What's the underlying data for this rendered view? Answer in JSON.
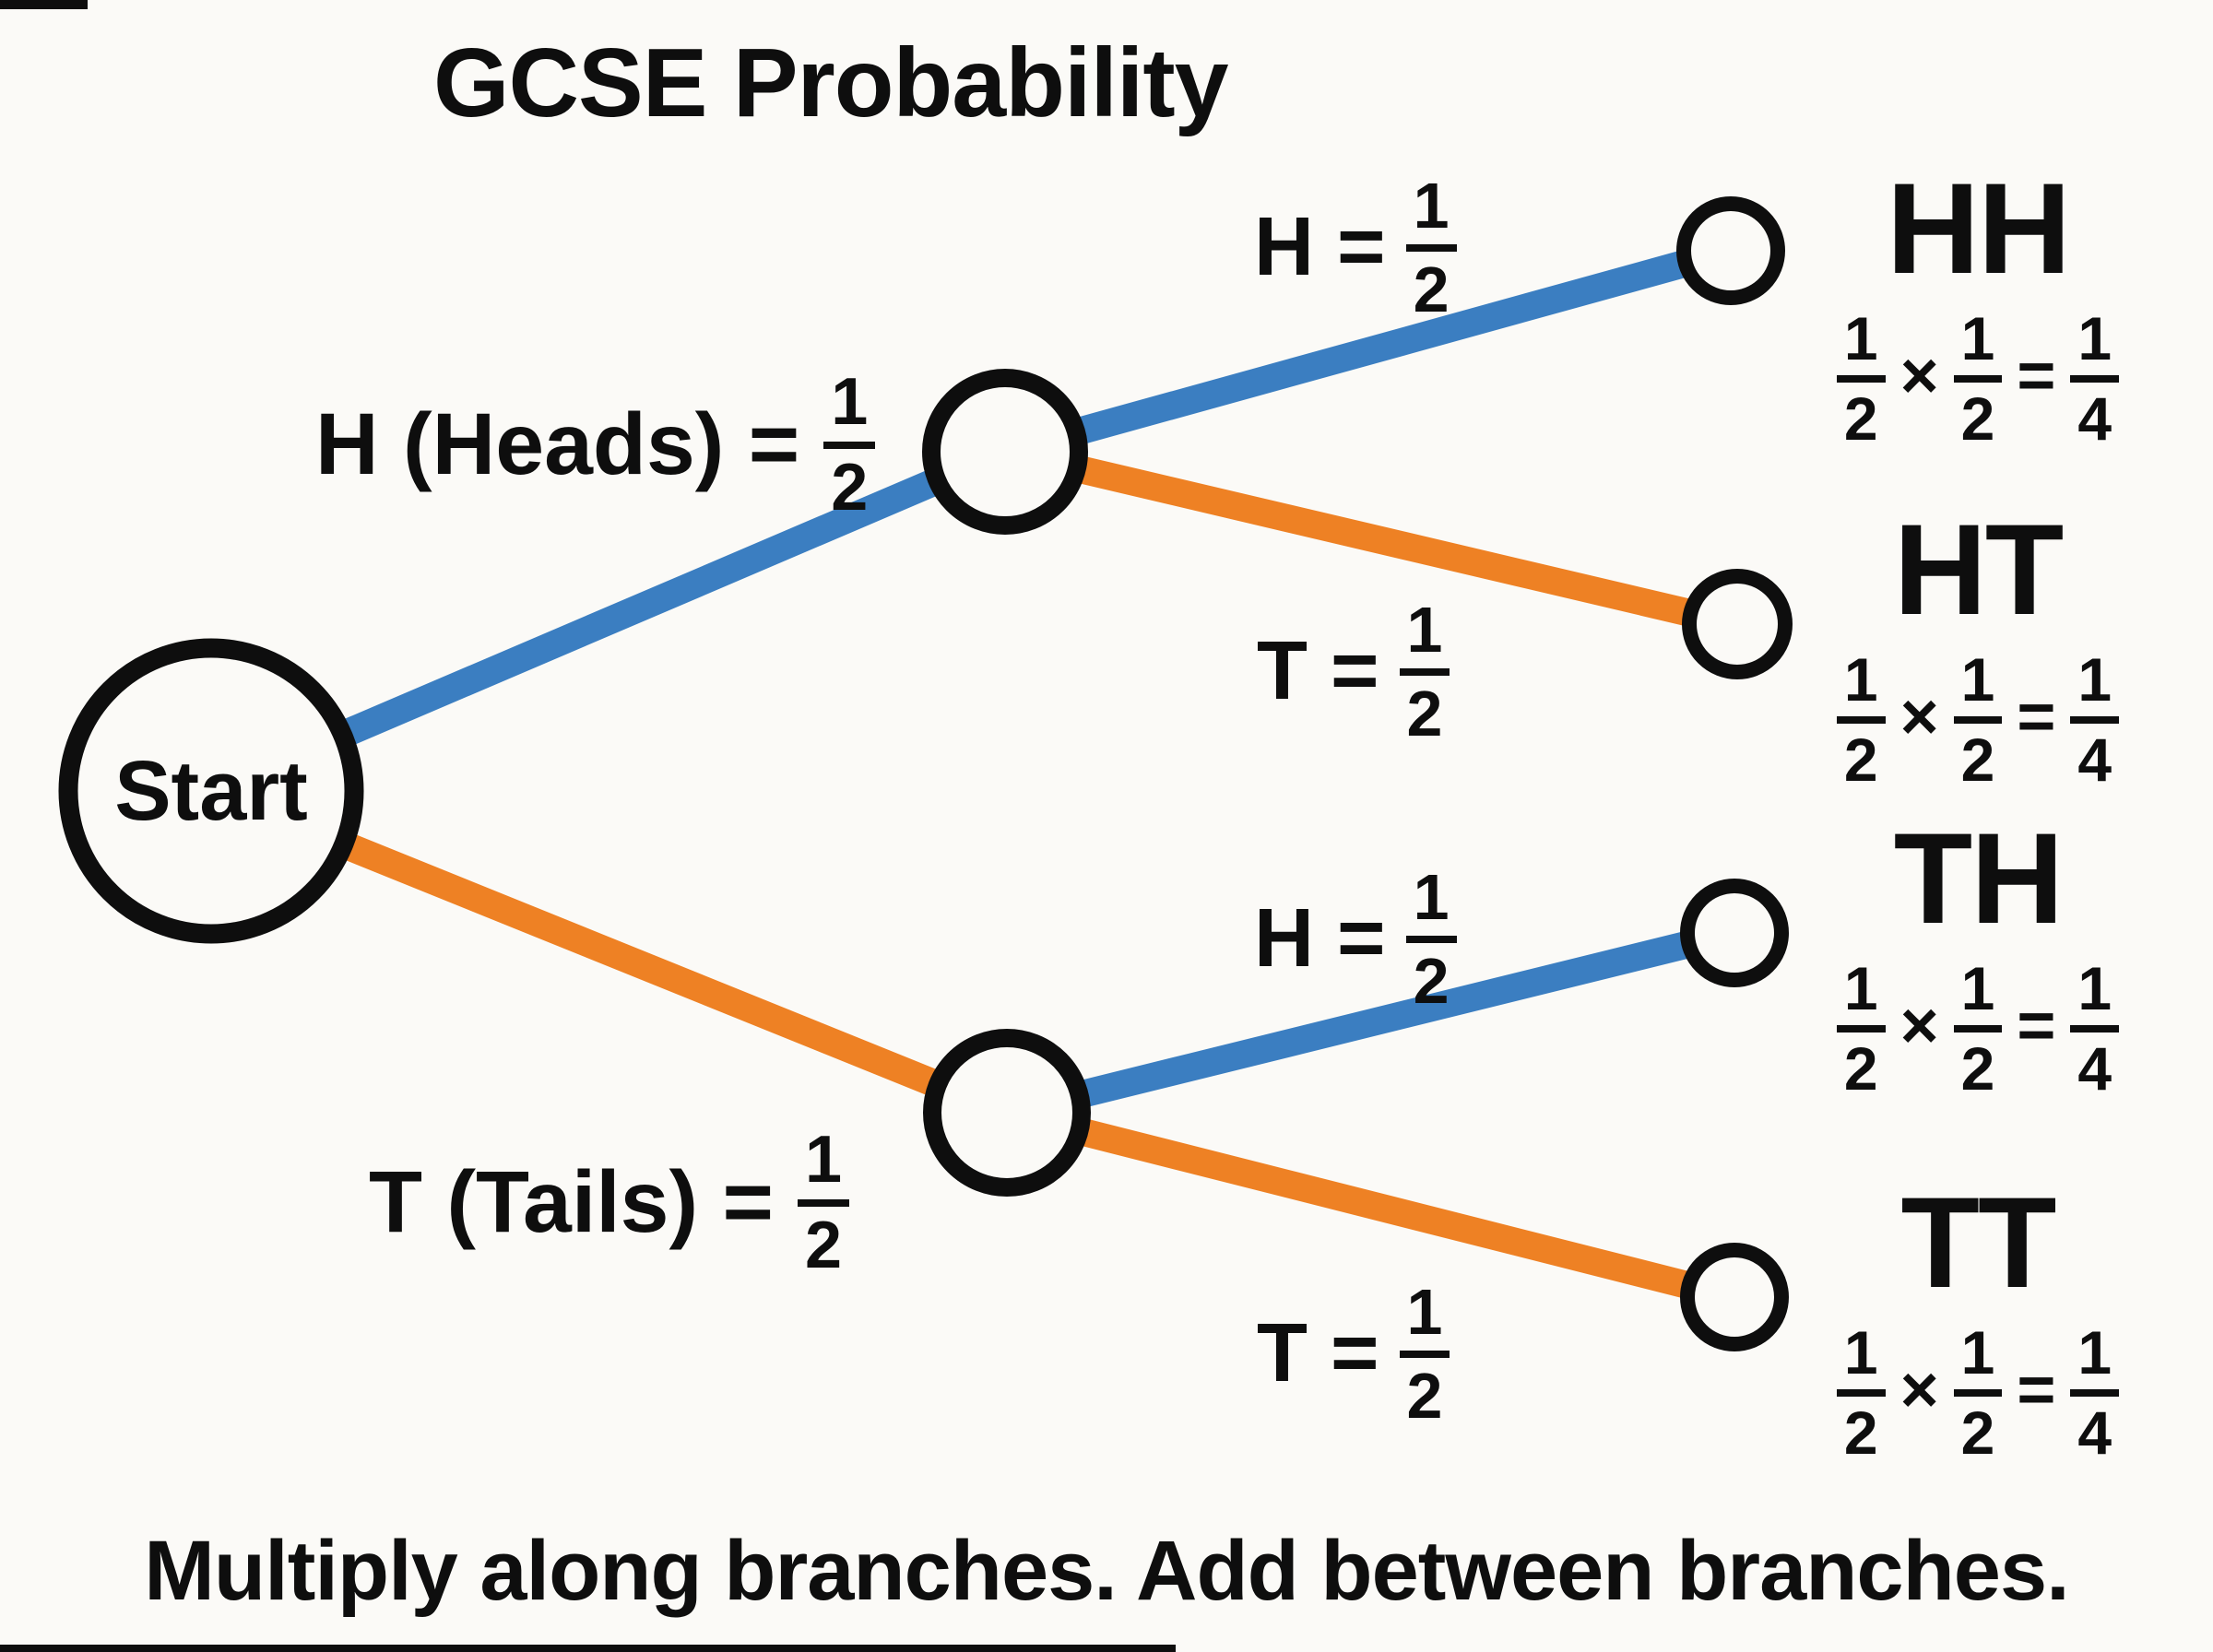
{
  "title": "GCSE Probability",
  "footer": "Multiply along branches. Add between branches.",
  "colors": {
    "heads": "#3b7ec1",
    "tails": "#ee8124",
    "ink": "#0e0e0e",
    "paper": "#fbfaf7"
  },
  "start": {
    "label": "Start"
  },
  "branches": {
    "heads": {
      "label": "H (Heads) =",
      "prob_num": "1",
      "prob_den": "2"
    },
    "tails": {
      "label": "T (Tails) =",
      "prob_num": "1",
      "prob_den": "2"
    },
    "hh": {
      "label": "H =",
      "prob_num": "1",
      "prob_den": "2"
    },
    "ht": {
      "label": "T =",
      "prob_num": "1",
      "prob_den": "2"
    },
    "th": {
      "label": "H =",
      "prob_num": "1",
      "prob_den": "2"
    },
    "tt": {
      "label": "T =",
      "prob_num": "1",
      "prob_den": "2"
    }
  },
  "outcomes": [
    {
      "name": "HH",
      "f1n": "1",
      "f1d": "2",
      "op": "×",
      "f2n": "1",
      "f2d": "2",
      "eq": "=",
      "rn": "1",
      "rd": "4"
    },
    {
      "name": "HT",
      "f1n": "1",
      "f1d": "2",
      "op": "×",
      "f2n": "1",
      "f2d": "2",
      "eq": "=",
      "rn": "1",
      "rd": "4"
    },
    {
      "name": "TH",
      "f1n": "1",
      "f1d": "2",
      "op": "×",
      "f2n": "1",
      "f2d": "2",
      "eq": "=",
      "rn": "1",
      "rd": "4"
    },
    {
      "name": "TT",
      "f1n": "1",
      "f1d": "2",
      "op": "×",
      "f2n": "1",
      "f2d": "2",
      "eq": "=",
      "rn": "1",
      "rd": "4"
    }
  ]
}
